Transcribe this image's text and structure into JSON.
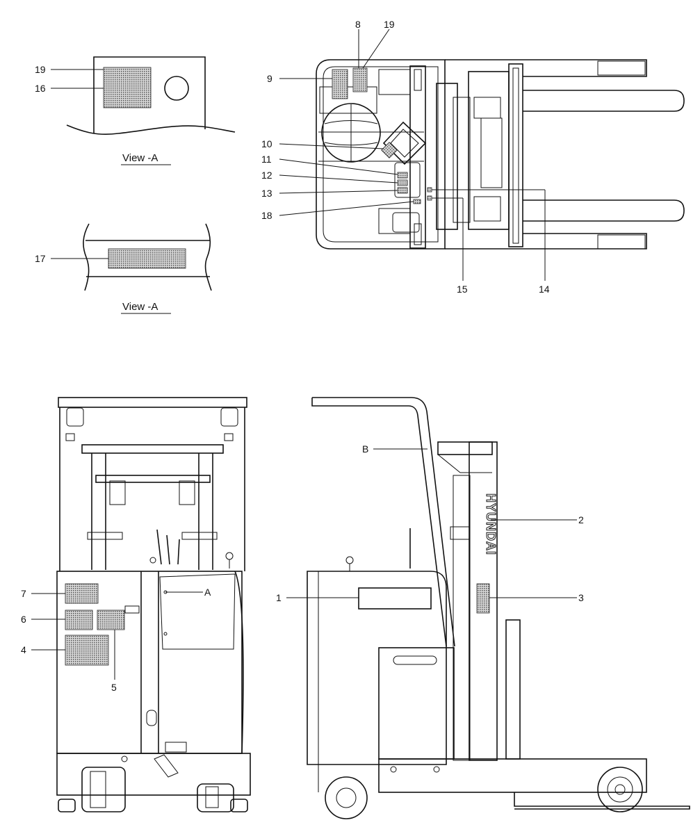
{
  "view_labels": {
    "view_a_1": "View -A",
    "view_a_2": "View -A"
  },
  "brand_text": "HYUNDAI",
  "callouts": {
    "c1": "1",
    "c2": "2",
    "c3": "3",
    "c4": "4",
    "c5": "5",
    "c6": "6",
    "c7": "7",
    "c8": "8",
    "c9": "9",
    "c10": "10",
    "c11": "11",
    "c12": "12",
    "c13": "13",
    "c14": "14",
    "c15": "15",
    "c16": "16",
    "c17": "17",
    "c18": "18",
    "c19a": "19",
    "c19b": "19",
    "cA": "A",
    "cB": "B"
  },
  "colors": {
    "line": "#111111",
    "decal_fill": "#9a9a9a"
  }
}
